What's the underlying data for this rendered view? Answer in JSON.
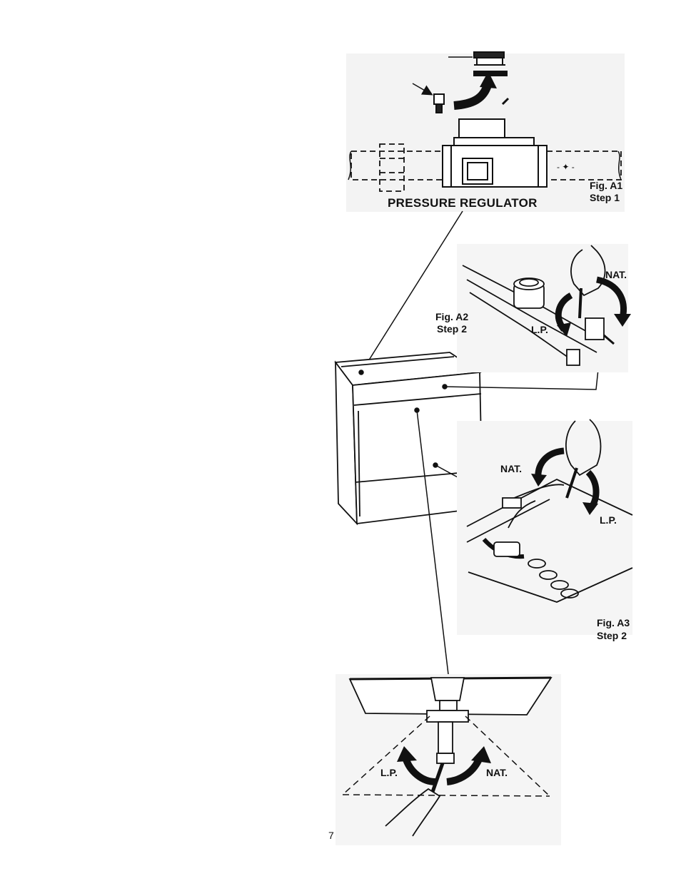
{
  "figures": {
    "a1": {
      "title": "Fig. A1",
      "step": "Step 1",
      "component": "PRESSURE REGULATOR"
    },
    "a2": {
      "title": "Fig. A2",
      "step": "Step 2",
      "nat": "NAT.",
      "lp": "L.P."
    },
    "a3": {
      "title": "Fig. A3",
      "step": "Step 2",
      "nat": "NAT.",
      "lp": "L.P."
    },
    "a4": {
      "nat": "NAT.",
      "lp": "L.P."
    }
  },
  "page_number": "7"
}
